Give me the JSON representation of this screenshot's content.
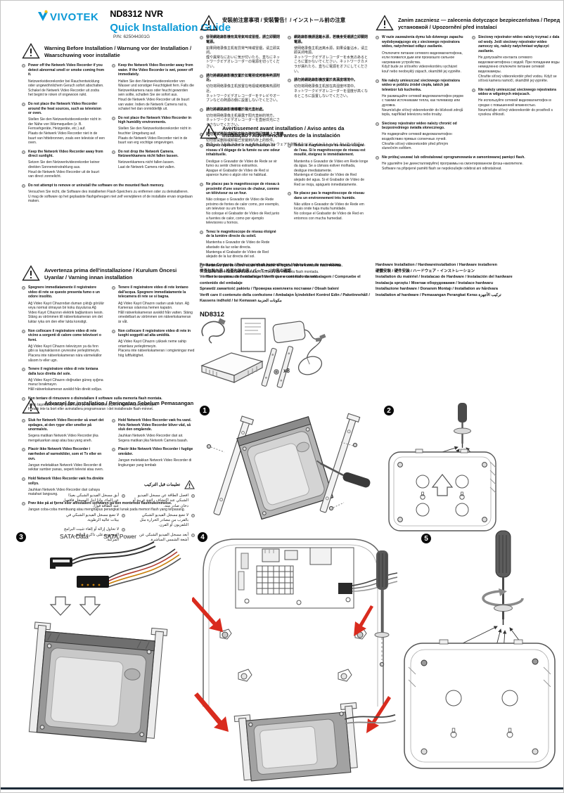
{
  "header": {
    "brand": "VIVOTEK",
    "model": "ND8312 NVR",
    "guide_title": "Quick Installation Guide",
    "part_number": "P/N: 625044301G"
  },
  "colors": {
    "accent_blue": "#0b99d6",
    "arrow_red": "#d92b1e",
    "footer_bar": "#1d2b38"
  },
  "labels": {
    "step1": "1",
    "step2": "2",
    "step3": "3",
    "step4": "4",
    "step5": "5",
    "sata_data": "SATA Data",
    "sata_power": "SATA Power",
    "screw_count": "x8",
    "model": "ND8312"
  },
  "sections": {
    "en": {
      "title": "Warning Before Installation / Warnung vor der Installation / Waarschuwing voor installatie",
      "col1": [
        {
          "b": "Power off the Network Video Recorder if you detect abnormal smell or smoke coming from it.",
          "t": "Netzwerkvideorekorder bei Rauchentwicklung oder ungewöhnlichem Geruch sofort abschalten.\nSchakel de Netwerk Video Recorder uit zodra het begint te roken of ongewoon ruikt."
        },
        {
          "b": "Do not place the Network Video Recorder around the heat sources, such as television or oven.",
          "t": "Stellen Sie den Netzwerkvideorekorder nicht in der Nähe von Wärmequellen (z. B. Fernsehgeräte, Heizgeräte, etc.) auf.\nPlaats de Netwerk Video Recorder niet in de buurt van hittebronnen, zoals een televisie of een oven."
        },
        {
          "b": "Keep the Network Video Recorder away from direct sunlight.",
          "t": "Setzen Sie den Netzwerkvideorekorder keiner direkten Sonneneinstrahlung aus.\nHoud de Netwerk Video Recorder uit de buurt van direct zonnelicht."
        }
      ],
      "col2": [
        {
          "b": "Keep the Network Video Recorder away from water. If the Video Recorder is wet, power off immediately.",
          "t": "Halten Sie den Netzwerkvideorekorder von Wasser und sonstiger Feuchtigkeit fern. Falls die Netzwerkkamera nass oder feucht geworden sein sollte, schalten Sie sie sofort aus.\nHoud de Netwerk Video Recorder uit de buurt van water. Indien de Network Camera nat is, schakel het dan onmiddellijk uit."
        },
        {
          "b": "Do not place the Network Video Recorder in high humidity environments.",
          "t": "Stellen Sie den Netzwerkvideorekorder nicht in feuchter Umgebung auf.\nPlaats de Netwerk Video Recorder niet in de buurt van erg vochtige omgevingen."
        },
        {
          "b": "Do not drop the Network Camera. Netzwerkkamera nicht fallen lassen.",
          "t": "Netzwerkkamera nicht fallen lassen.\nLaat de Network Camera niet vallen."
        }
      ],
      "full": [
        {
          "b": "Do not attempt to remove or uninstall the software on the mounted flash memory.",
          "t": "Versuchen Sie nicht, die Software des installierten Flash-Speichers zu entfernen oder zu deinstallieren.\nU mag de software op het geplaatste flashgeheugen niet zelf verwijderen of de installatie ervan ongedaan maken."
        }
      ]
    },
    "cjk": {
      "title": "安裝前注意事項 / 安裝警告！/ インストール前の注意",
      "col1": [
        {
          "b": "發現網路錄影機有異常氣味或冒煙，請立即關閉電源。",
          "t": "如果网络录像主机有异常气味或冒烟，请立即关闭。\n煙や異常なにおいに気が付いたら、直ちにネットワークビデオレコーダーの電源を切ってください。"
        },
        {
          "b": "請勿將網路錄影機放置於如電視或烤箱等熱源附近。",
          "t": "切勿将网络录像主机放置在电视或烤箱等热源附近。\nネットワークビデオレコーダーをテレビやオーブンなどの熱源の側に設置しないでください。"
        },
        {
          "b": "請勿將網路錄影機曝曬於陽光直射處。",
          "t": "切勿将网络录像主机暴露于阳光直射的地方。\nネットワークビデオレコーダーを直射日光にさらさないでください。"
        }
      ],
      "col2": [
        {
          "b": "網路錄影機請遠離水源，若機身受潮請立即關閉電源。",
          "t": "使网络录像主机远离水源，如果设备沾水，请立即关闭电源。\nネットワークビデオレコーダーを水気のあるところに置かないでください。ネットワークカメラが濡れたら、直ちに電源をオフにしてください。"
        },
        {
          "b": "請勿將網路錄影機放置於高濕度環境中。",
          "t": "切勿将网络录像主机放在高湿度环境中。\nネットワークビデオレコーダーを湿度が高くなるところに設置しないでください。"
        }
      ],
      "full": [
        {
          "b": "請勿嘗試移除或解除安裝內建快閃記憶體上之軟體。",
          "t": "切勿尝试删除或卸载已安装到内存上的软件。\nマウントされたフラッシュメモリ上のソフトウェアを削除またはアンインストールしないでください。"
        }
      ]
    },
    "fr": {
      "title": "Avertissement avant installation / Aviso antes da instalação / Advertencia antes de la instalación",
      "col1": [
        {
          "b": "Éteignez rapidement le magnétoscope de réseau s'il dégage de la fumée ou une odeur inhabituelle.",
          "t": "Desligue o Gravador de Vídeo de Rede se vir fumo ou sentir cheiros estranhos.\nApague el Grabador de Vídeo de Red si aparece humo o algún olor no habitual."
        },
        {
          "b": "Ne placez pas le magnétoscope de réseau à proximité d'une sources de chaleur, comme un téléviseur ou un four.",
          "t": "Não coloque o Gravador de Vídeo de Rede próximo de fontes de calor como, por exemplo, um televisor ou um forno.\nNo coloque el Grabador de Vídeo de Red junto a fuentes de calor, como por ejemplo televisores u hornos."
        },
        {
          "b": "Tenez le magnétoscope de réseau éloigné de la lumière directe du soleil.",
          "t": "Mantenha o Gravador de Vídeo de Rede afastado da luz solar directa.\nMantenga el Grabador de Vídeo de Red alejado de la luz directa del sol."
        }
      ],
      "col2": [
        {
          "b": "Tenez le magnétoscope de réseau éloigné de l'eau. Si le magnétoscope de réseau est mouillé, éteignez le immédiatement.",
          "t": "Mantenha o Gravador de Vídeo em Rede longe da água. Se a câmara estiver molhada, desligue imediatamente.\nMantenga el Grabador de Vídeo de Red alejado del agua. Si el Grabador de Vídeo de Red se moja, apáguelo inmediatamente."
        },
        {
          "b": "Ne placez pas le magnétoscope de réseau dans un environnement très humide.",
          "t": "Não utilize o Gravador de Vídeo de Rede em locais onde haja muita humidade.\nNo coloque el Grabador de Vídeo de Red en entornos con mucha humedad."
        }
      ],
      "full": [
        {
          "b": "Ne tentez pas de retirer ou de désinstaller le logiciel sur la mémoire flash montée.",
          "t": "Não tente remover ou desinstalar o software na memória flash montada.\nNo intente quitar o desinstalar el software en la memoria flash montada."
        }
      ]
    },
    "pl": {
      "title": "Zanim zaczniesz — zalecenia dotyczące bezpieczeństwa / Перед установкой / Upozornění před instalací",
      "col1": [
        {
          "b": "W razie zauważenia dymu lub dziwnego zapachu wydobywającego się z sieciowego rejestratora wideo, natychmiast odłącz zasilanie.",
          "t": "Отключите питание сетевого видеомагнитофона, если появился дым или произошло сильное нагревание устройства.\nKdyž bude ze síťového videorekordéru vycházet kouř nebo neobvyklý zápach, okamžitě jej vypněte."
        },
        {
          "b": "Nie należy umieszczać sieciowego rejestratora wideo w pobliżu źródeł ciepła, takich jak telewizor lub kuchenka.",
          "t": "Не размещайте сетевой видеомагнитофон рядом с такими источниками тепла, как телевизор или духовка.\nNeumísťujte síťový videorekordér do blízkosti zdrojů tepla, například televizoru nebo trouby."
        },
        {
          "b": "Sieciowy rejestrator wideo należy chronić od bezpośredniego światła słonecznego.",
          "t": "Не подвергайте сетевой видеомагнитофон воздействию прямых солнечных лучей.\nChraňte síťový videorekordér před přímým slunečním světlem."
        }
      ],
      "col2": [
        {
          "b": "Sieciowy rejestrator wideo należy trzymać z dala od wody. Jeśli sieciowy rejestrator wideo zamoczy się, należy natychmiast wyłączyć zasilanie.",
          "t": "Не допускайте контакта сетевого видеомагнитофона с водой. При попадании воды немедленно отключите питание сетевой видеокамеры.\nChraňte síťový videorekordér před vodou. Když se síťová kamera namočí, okamžitě jej vypněte."
        },
        {
          "b": "Nie należy umieszczać sieciowego rejestratora wideo w wilgotnych miejscach.",
          "t": "Не используйте сетевой видеомагнитофон в средах с повышенной влажностью.\nNeumísťujte síťový videorekordér do prostředí s vysokou vlhkostí."
        }
      ],
      "full": [
        {
          "b": "Nie próbuj usuwać lub odinstalować oprogramowania w zamontowanej pamięci flash.",
          "t": "Не удаляйте (не деинсталлируйте) программы на смонтированном флэш-накопителе.\nSoftware na připojené paměti flash se nepokoušejte odebrat ani odinstalovat."
        }
      ]
    },
    "it": {
      "title": "Avvertenza prima dell'installazione / Kurulum Öncesi Uyarılar / Varning innan installation",
      "col1": [
        {
          "b": "Spegnere immediatamente il registratore video di rete se questo presenta fumo o un odore insolito.",
          "t": "Ağ Video Kayıt Cihazından duman çıktığı görülür veya normal olmayan bir koku duyulursa Ağ Video Kayıt Cihazının elektrik bağlantısını kesin.\nStäng av strömmen till nätverkskameran om det luktar ryka om den eller lukta konstigt."
        },
        {
          "b": "Non collocare il registratore video di rete vicino a sorgenti di calore come televisori o forni.",
          "t": "Ağ Video Kayıt Cihazını televizyon ya da fırın gibi ısı kaynaklarının çevresine yerleştirmeyin.\nPlacera inte nätverkskameran nära värmekällor såsom tv eller ugn."
        },
        {
          "b": "Tenere il registratore video di rete lontana dalla luce diretta del sole.",
          "t": "Ağ Video Kayıt Cihazını doğrudan güneş ışığına maruz bırakmayın.\nHåll nätverkskameran avskild från direkt solljus."
        }
      ],
      "col2": [
        {
          "b": "Tenere il registratore video di rete lontano dall'acqua. Spegnere immediatamente la telecamera di rete se si bagna.",
          "t": "Ağ Video Kayıt Cihazını sudan uzak tutun. Ağ Kamerası ıslanırsa hemen kapatın.\nHåll nätverkskameran avskild från vatten. Stäng omedelbart av strömmen om nätverkskameran är våt."
        },
        {
          "b": "Non collocare il registratore video di rete in luoghi soggetti ad alta umidità.",
          "t": "Ağ Video Kayıt Cihazını yüksek neme sahip ortamlara yerleştirmeyin.\nPlacera inte nätverkskameran i omgivningar med hög luftfuktighet."
        }
      ],
      "full": [
        {
          "b": "Non tentare di rimuovere o disinstallare il software sulla memoria flash montata.",
          "t": "Takılı taşınabilir belleği çıkarmaya ya da üzerindeki yazılımı kaldırmaya çalışmayın.\nFörsök inte ta bort eller avinstallera programvaran i det installerade flash-minnet."
        }
      ]
    },
    "da": {
      "title": "Advarsel før installation / Peringatan Sebelum Pemasangan",
      "col1": [
        {
          "b": "Sluk for Network Video Recorder så snart det opdages, at den ryger eller smelter på unormalvis.",
          "t": "Segera matikan Network Video Recorder jika mengeluarkan asap atau bau yang aneh."
        },
        {
          "b": "Placér ikke Network Video Recorder i nærheden af varmekilder, som et Tv eller en ovn.",
          "t": "Jangan meletakkan Network Video Recorder di sekitar sumber panas, seperti televisi atau oven."
        },
        {
          "b": "Hold Network Video Recorder væk fra direkte sollys.",
          "t": "Jauhkan Network Video Recorder dari cahaya matahari langsung."
        }
      ],
      "col2": [
        {
          "b": "Hold Network Video Recorder væk fra vand. Hvis Network Video Recorder bliver våd, så sluk den omgående.",
          "t": "Jauhkan Network Video Recorder dari air. Segera matikan jika Network Camera basah."
        },
        {
          "b": "Placér ikke Network Video Recorder i fugtige områder.",
          "t": "Jangan meletakkan Network Video Recorder di lingkungan yang lembab"
        }
      ],
      "full": [
        {
          "b": "Prøv ikke på at fjerne eller afinstallere softwaren på den monterede flashhukommelse.",
          "t": "Jangan coba-coba membuang atau menghapus perangkat lunak pada memori flash yang terpasang."
        }
      ]
    },
    "ar": {
      "title": "تعليمات قبل التركيب",
      "col1": [
        "افصل الطاقة عن مسجل الفيديو الشبكي عند اكتشاف رائحة غريبة أو دخان صادر منه.",
        "لا تضع مسجل الفيديو الشبكي بالقرب من مصادر الحرارة مثل التلفزيون أو الفرن.",
        "أبعد مسجل الفيديو الشبكي عن أشعة الشمس المباشرة."
      ],
      "col2": [
        "أبق مسجل الفيديو الشبكي بعيدًا عن الماء، وإذا ابتل المسجل فافصل عنه الطاقة فورًا.",
        "لا تضع مسجل الفيديو الشبكي في بيئات عالية الرطوبة.",
        "لا تحاول إزالة أو إلغاء تثبيت البرامج الموجودة على ذاكرة الفلاش المركبة."
      ]
    },
    "package": {
      "lines": [
        "Package Contents / Packungsinhalt kontrollieren / Inhoud van de verpakking",
        "檢查包裝內容 / 检查包装内容 / パッケージ内容の確認",
        "Vérifier le contenu de l'emballage / Verifi que o conteúdo da embalagem / Compruebe el contenido del embalaje",
        "Sprawdź zawartość pakietu / Проверка комплекта поставки / Obsah balení",
        "Verifi care il contenuto della confezione / Ambalajın İçindekileri Kontrol Edin / Paketinnehåll / Kassens indhold / Isi Kemasan  مكونات الحزمة"
      ]
    },
    "hardware": {
      "lines": [
        "Hardware Installation / Hardwareinstallation / Hardware installeren",
        "硬體安裝 / 硬件安装 / ハードウェア・インストレーション",
        "Installation du matériel / Instalacao de Hardware / Instalación del hardware",
        "Instalacja sprzętu / Монтаж оборудования / Instalace hardwaru",
        "Installazione hardware / Donanım Montajı / Installation av hårdvara",
        "Installation af hardware / Pemasangan Perangkat Keras  تركيب الأجهزة"
      ]
    }
  }
}
